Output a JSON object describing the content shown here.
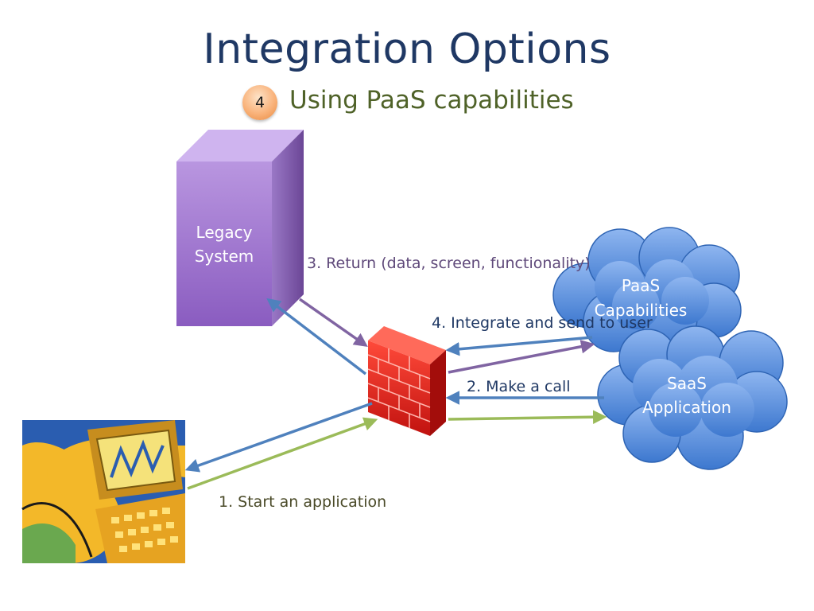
{
  "title": "Integration Options",
  "subtitle": {
    "badge": "4",
    "text": "Using PaaS capabilities"
  },
  "nodes": {
    "legacy": {
      "line1": "Legacy",
      "line2": "System"
    },
    "paas": {
      "line1": "PaaS",
      "line2": "Capabilities"
    },
    "saas": {
      "line1": "SaaS",
      "line2": "Application"
    }
  },
  "steps": {
    "step1": "1. Start an application",
    "step2": "2. Make a call",
    "step3": "3. Return (data, screen, functionality)",
    "step4": "4. Integrate and send to user"
  },
  "colors": {
    "title": "#1f3864",
    "subtitle": "#4f6228",
    "blue_arrow": "#4f81bd",
    "purple_arrow": "#8064a2",
    "green_arrow": "#9bbb59",
    "cloud": "#4a84d4",
    "firewall": "#d9211f",
    "server": "#8f65c4"
  },
  "icons": [
    "server-icon",
    "firewall-icon",
    "cloud-icon",
    "computer-user-clipart"
  ]
}
